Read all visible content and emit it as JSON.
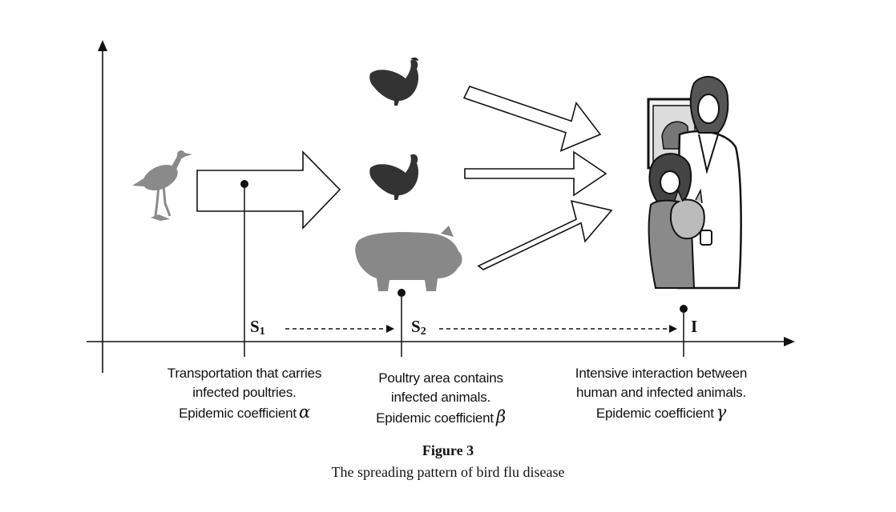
{
  "figure": {
    "title": "Figure 3",
    "caption": "The spreading pattern of bird flu disease"
  },
  "states": [
    {
      "symbol": "S",
      "subscript": "1"
    },
    {
      "symbol": "S",
      "subscript": "2"
    },
    {
      "symbol": "I",
      "subscript": ""
    }
  ],
  "nodes": [
    {
      "line1": "Transportation that carries",
      "line2": "infected poultries.",
      "coef_text": "Epidemic coefficient",
      "coef_symbol": "α"
    },
    {
      "line1": "Poultry area contains",
      "line2": "infected animals.",
      "coef_text": "Epidemic coefficient",
      "coef_symbol": "β"
    },
    {
      "line1": "Intensive interaction between",
      "line2": "human and infected animals.",
      "coef_text": "Epidemic coefficient",
      "coef_symbol": "γ"
    }
  ],
  "icons": [
    "wading-bird-icon",
    "chicken-icon",
    "chicken-icon",
    "pig-icon",
    "vet-with-child-and-cat-icon"
  ]
}
